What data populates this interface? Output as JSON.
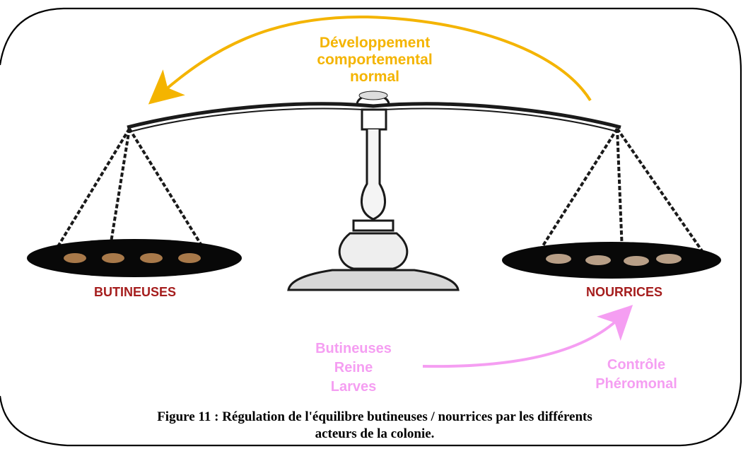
{
  "arrow_top_label": [
    "Développement",
    "comportemental",
    "normal"
  ],
  "pan_labels": {
    "left": "BUTINEUSES",
    "right": "NOURRICES"
  },
  "actors": [
    "Butineuses",
    "Reine",
    "Larves"
  ],
  "control_label": [
    "Contrôle",
    "Phéromonal"
  ],
  "caption": [
    "Figure 11 : Régulation de l'équilibre butineuses / nourrices par les différents",
    "acteurs de la colonie."
  ],
  "colors": {
    "yellow_arrow": "#f4b400",
    "pink_arrow": "#f59ef2",
    "pan_label": "#a51d1d",
    "balance": "#1a1a1a"
  },
  "icons": [
    "balance-scale-icon",
    "bee-icon"
  ]
}
